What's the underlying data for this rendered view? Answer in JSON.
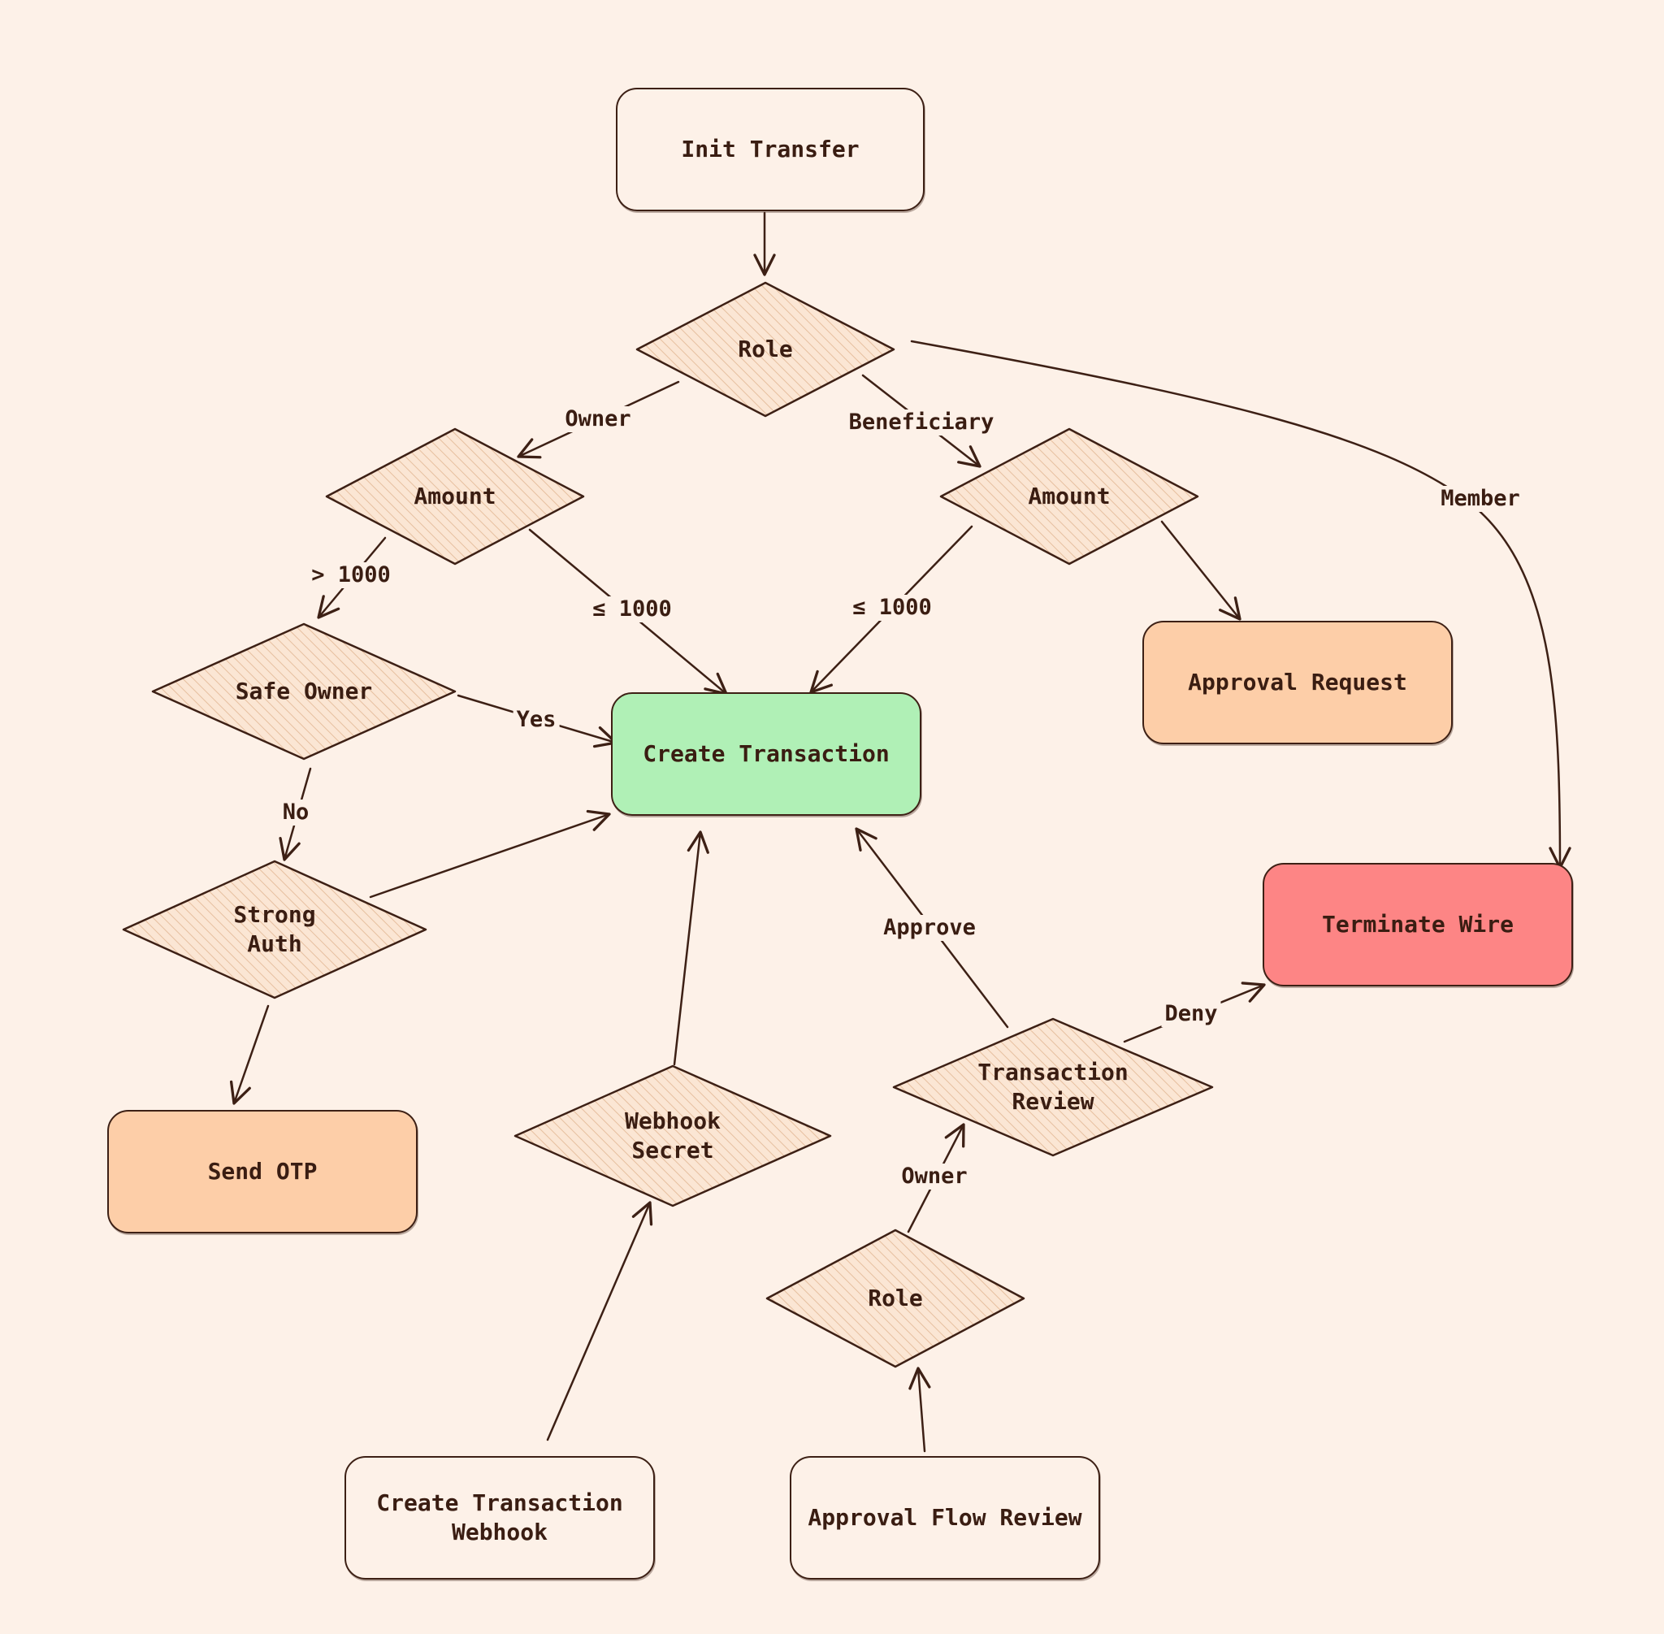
{
  "diagram": {
    "nodes": {
      "init_transfer": "Init Transfer",
      "role_top": "Role",
      "amount_left": "Amount",
      "amount_right": "Amount",
      "safe_owner": "Safe Owner",
      "create_transaction": "Create Transaction",
      "approval_request": "Approval Request",
      "strong_auth": "Strong\nAuth",
      "terminate_wire": "Terminate Wire",
      "send_otp": "Send OTP",
      "webhook_secret": "Webhook\nSecret",
      "transaction_review": "Transaction\nReview",
      "role_bottom": "Role",
      "create_transaction_webhook": "Create Transaction\nWebhook",
      "approval_flow_review": "Approval Flow Review"
    },
    "edge_labels": {
      "owner_top": "Owner",
      "beneficiary": "Beneficiary",
      "member": "Member",
      "gt_1000": "> 1000",
      "le_1000_left": "≤ 1000",
      "le_1000_right": "≤ 1000",
      "yes": "Yes",
      "no": "No",
      "approve": "Approve",
      "deny": "Deny",
      "owner_bottom": "Owner"
    }
  },
  "colors": {
    "background": "#fdf1e8",
    "stroke": "#3d2015",
    "decision_fill": "#f8e2cf",
    "success_green": "#b0f0b6",
    "warning_peach": "#fdcea8",
    "danger_red": "#fd8585"
  }
}
